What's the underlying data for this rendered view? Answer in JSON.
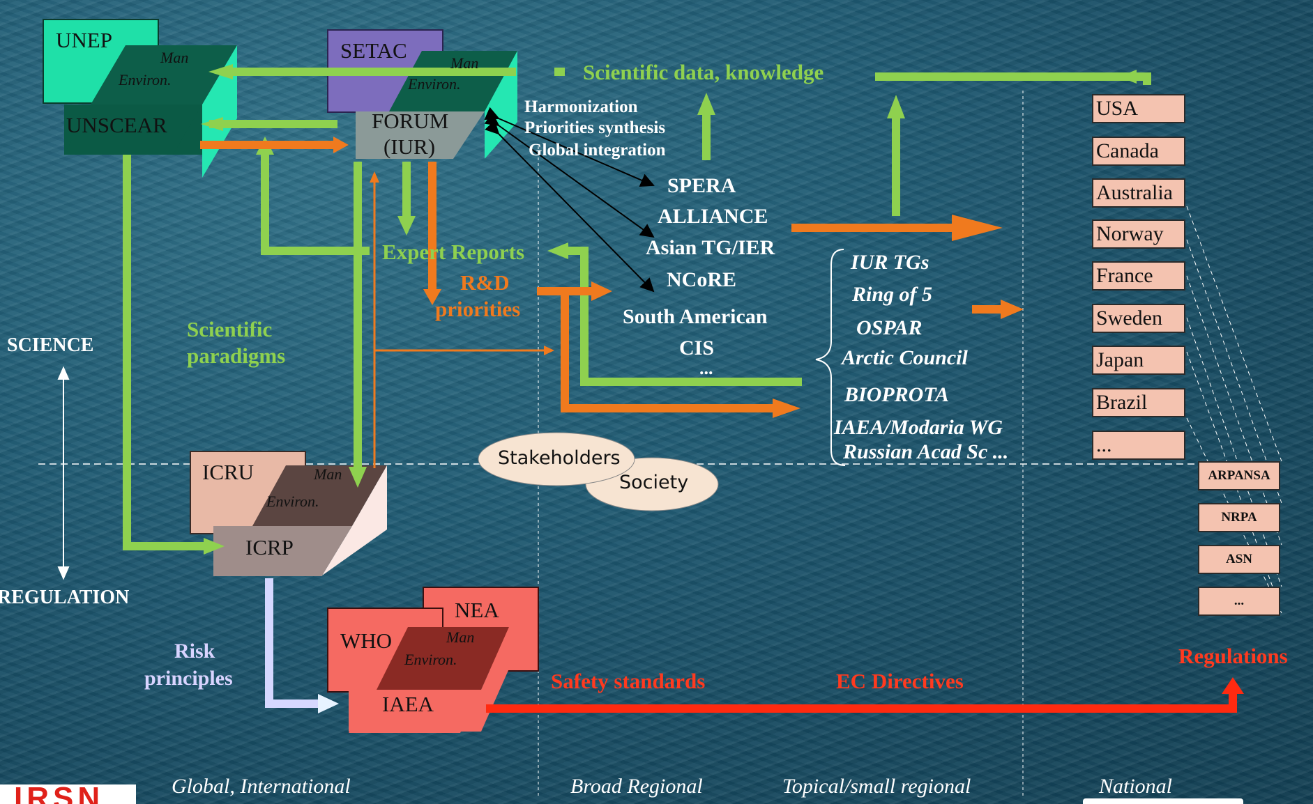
{
  "colors": {
    "green": "#8fd14f",
    "orange": "#f07a1e",
    "red": "#ff3a1f",
    "lavender": "#d9d4ff",
    "nation_box": "#f4c3b0"
  },
  "orgs": {
    "unep": "UNEP",
    "unscear": "UNSCEAR",
    "setac": "SETAC",
    "forum_line1": "FORUM",
    "forum_line2": "(IUR)",
    "icru": "ICRU",
    "icrp": "ICRP",
    "who": "WHO",
    "nea": "NEA",
    "iaea": "IAEA",
    "man": "Man",
    "environ": "Environ."
  },
  "labels": {
    "scientific_data": "Scientific data, knowledge",
    "harmonization": "Harmonization",
    "priorities_synthesis": "Priorities synthesis",
    "global_integration": "Global integration",
    "expert_reports": "Expert Reports",
    "rd_line1": "R&D",
    "rd_line2": "priorities",
    "scientific_paradigms_1": "Scientific",
    "scientific_paradigms_2": "paradigms",
    "science": "SCIENCE",
    "regulation": "REGULATION",
    "risk_1": "Risk",
    "risk_2": "principles",
    "safety_standards": "Safety standards",
    "ec_directives": "EC Directives",
    "regulations": "Regulations",
    "stakeholders": "Stakeholders",
    "society": "Society"
  },
  "networks": [
    "SPERA",
    "ALLIANCE",
    "Asian TG/IER",
    "NCoRE",
    "South American",
    "CIS",
    "..."
  ],
  "topical": [
    "IUR TGs",
    "Ring of 5",
    "OSPAR",
    "Arctic Council",
    "BIOPROTA",
    "IAEA/Modaria WG",
    "Russian Acad Sc ..."
  ],
  "nations": [
    "USA",
    "Canada",
    "Australia",
    "Norway",
    "France",
    "Sweden",
    "Japan",
    "Brazil",
    "..."
  ],
  "agencies": [
    "ARPANSA",
    "NRPA",
    "ASN",
    "..."
  ],
  "scales": [
    "Global, International",
    "Broad Regional",
    "Topical/small regional",
    "National"
  ],
  "logo_text": "IRSN"
}
